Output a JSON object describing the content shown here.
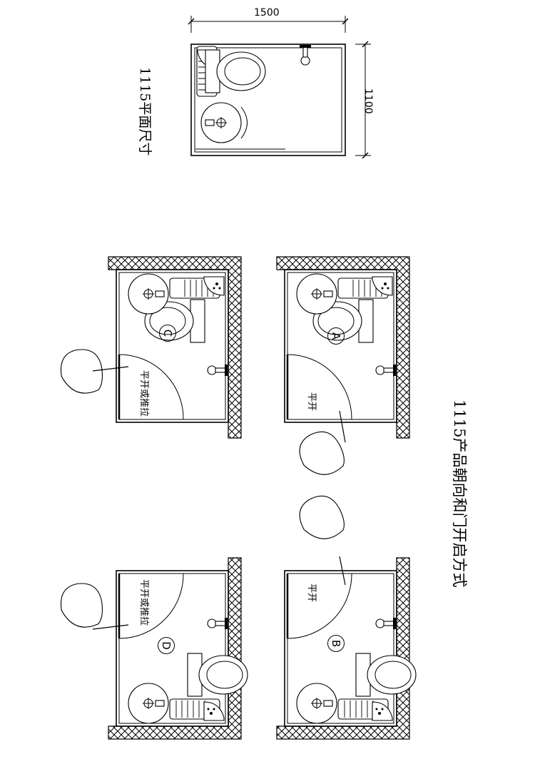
{
  "plan": {
    "title": "1115平面尺寸",
    "width_dim": "1500",
    "height_dim": "1100"
  },
  "orientation": {
    "title": "1115产品朝向和门开启方式"
  },
  "variants": [
    {
      "letter": "A",
      "door_label": "平开"
    },
    {
      "letter": "B",
      "door_label": "平开"
    },
    {
      "letter": "C",
      "door_label": "平开或推拉"
    },
    {
      "letter": "D",
      "door_label": "平开或推拉"
    }
  ]
}
